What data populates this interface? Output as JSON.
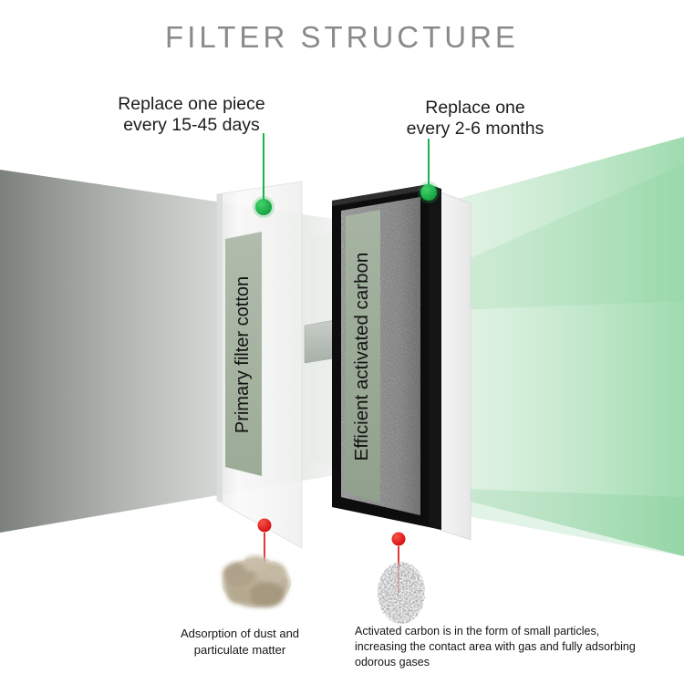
{
  "title": "FILTER STRUCTURE",
  "annotations": {
    "left_label": {
      "line1": "Replace one piece",
      "line2": "every 15-45 days"
    },
    "right_label": {
      "line1": "Replace one",
      "line2": "every 2-6 months"
    }
  },
  "layers": {
    "primary": "Primary filter cotton",
    "carbon": "Efficient activated carbon"
  },
  "captions": {
    "dust": "Adsorption of dust and particulate matter",
    "carbon": "Activated carbon is in the form of small particles, increasing the contact area with gas and fully adsorbing odorous gases"
  },
  "colors": {
    "marker_green": "#1fae49",
    "marker_red": "#e01f1f",
    "title_gray": "#8a8a8a",
    "strip_sage": "#a9b6a6",
    "airflow_green": "#6fc884"
  }
}
